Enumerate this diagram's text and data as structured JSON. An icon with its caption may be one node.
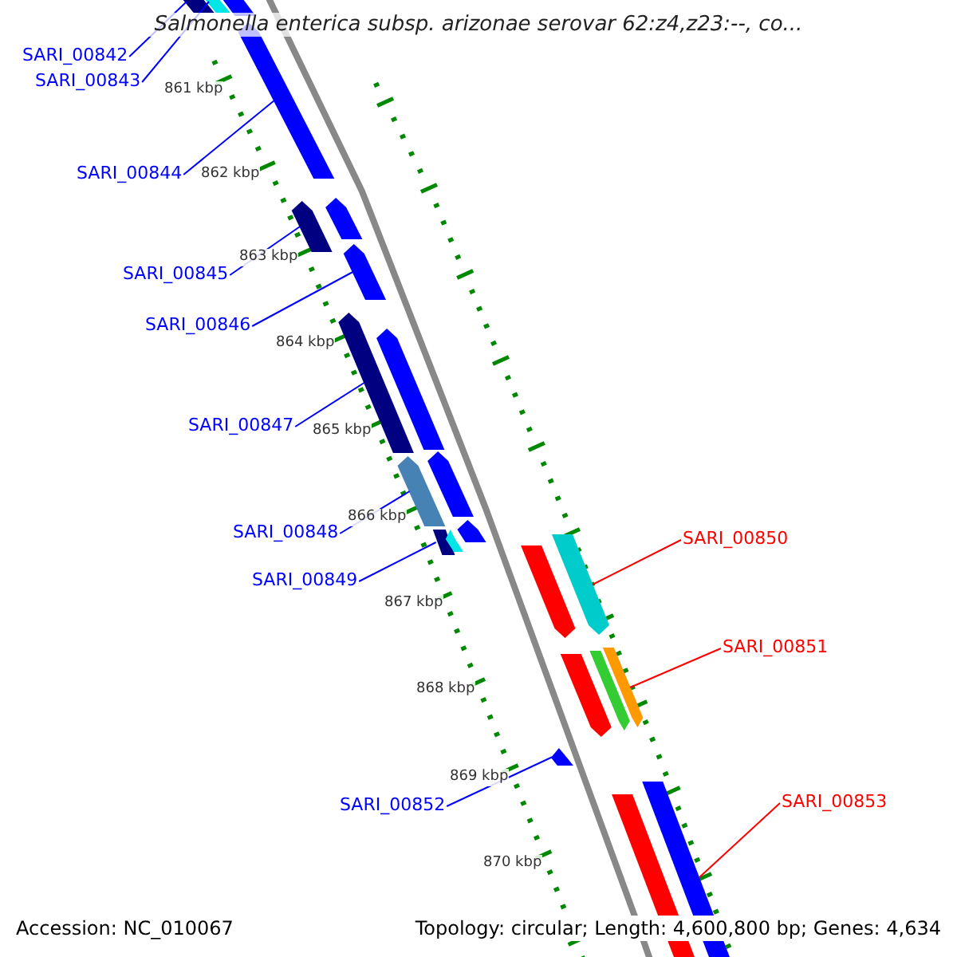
{
  "diagram": {
    "title": "Salmonella enterica subsp. arizonae serovar 62:z4,z23:--, co...",
    "nodes": [
      {
        "text": [
          "SARI_00842"
        ]
      },
      {
        "text": [
          "SARI_00843"
        ]
      },
      {
        "text": [
          "SARI_00844"
        ]
      },
      {
        "text": [
          "SARI_00845"
        ]
      },
      {
        "text": [
          "SARI_00846"
        ]
      },
      {
        "text": [
          "SARI_00847"
        ]
      },
      {
        "text": [
          "SARI_00848"
        ]
      },
      {
        "text": [
          "SARI_00849"
        ]
      },
      {
        "text": [
          "SARI_00850"
        ]
      },
      {
        "text": [
          "SARI_00851"
        ]
      },
      {
        "text": [
          "SARI_00852"
        ]
      },
      {
        "text": [
          "SARI_00853"
        ]
      },
      {
        "text": [],
        "shape": "bar"
      },
      {
        "text": [],
        "shape": "bar"
      },
      {
        "text": [],
        "shape": "bar"
      },
      {
        "text": [],
        "shape": "bar"
      },
      {
        "text": [],
        "shape": "bar"
      },
      {
        "text": [],
        "shape": "bar"
      },
      {
        "text": [],
        "shape": "bar"
      },
      {
        "text": [],
        "shape": "bar"
      },
      {
        "text": [],
        "shape": "bar"
      },
      {
        "text": [],
        "shape": "bar"
      },
      {
        "text": [],
        "shape": "bar"
      },
      {
        "text": [],
        "shape": "bar"
      },
      {
        "text": [],
        "shape": "bar"
      },
      {
        "text": [],
        "shape": "bar"
      },
      {
        "text": [],
        "shape": "bar"
      },
      {
        "text": [],
        "shape": "bar"
      },
      {
        "text": [],
        "shape": "bar"
      },
      {
        "text": [],
        "shape": "bar"
      },
      {
        "text": [],
        "shape": "bar"
      },
      {
        "text": [],
        "shape": "bar"
      },
      {
        "text": [],
        "shape": "bar"
      },
      {
        "text": [],
        "shape": "bar"
      }
    ],
    "edges": [
      {
        "from": 0,
        "to": 12,
        "arrow": "none"
      },
      {
        "from": 1,
        "to": 13,
        "arrow": "none"
      },
      {
        "from": 2,
        "to": 14,
        "arrow": "none"
      },
      {
        "from": 3,
        "to": 15,
        "arrow": "none"
      },
      {
        "from": 4,
        "to": 16,
        "arrow": "none"
      },
      {
        "from": 5,
        "to": 17,
        "arrow": "none"
      },
      {
        "from": 6,
        "to": 18,
        "arrow": "none"
      },
      {
        "from": 7,
        "to": 19,
        "arrow": "none"
      },
      {
        "from": 8,
        "to": 20,
        "arrow": "none",
        "color": "#ff0000"
      },
      {
        "from": 9,
        "to": 21,
        "arrow": "none",
        "color": "#ff0000"
      },
      {
        "from": 10,
        "to": 22,
        "arrow": "none"
      },
      {
        "from": 11,
        "to": 23,
        "arrow": "none",
        "color": "#ff0000"
      }
    ],
    "labels": [
      "861 kbp",
      "862 kbp",
      "863 kbp",
      "864 kbp",
      "865 kbp",
      "866 kbp",
      "867 kbp",
      "868 kbp",
      "869 kbp",
      "870 kbp",
      "Accession: NC_010067",
      "Topology: circular; Length: 4,600,800 bp; Genes: 4,634"
    ]
  }
}
